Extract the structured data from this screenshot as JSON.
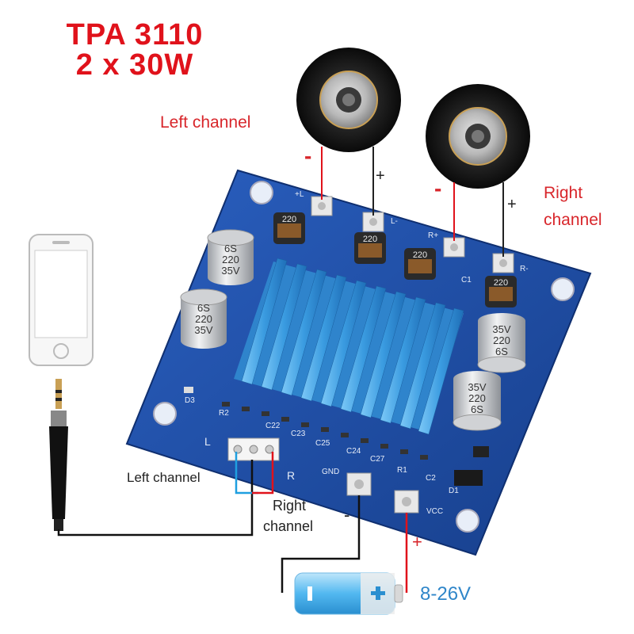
{
  "title": {
    "line1": "TPA 3110",
    "line2": "2 x 30W"
  },
  "speakers": {
    "left_label": "Left channel",
    "right_label_line1": "Right",
    "right_label_line2": "channel",
    "minus": "-",
    "plus": "+"
  },
  "input": {
    "left_label": "Left channel",
    "right_label_line1": "Right",
    "right_label_line2": "channel"
  },
  "power": {
    "minus": "-",
    "plus": "+",
    "voltage": "8-26V"
  },
  "board": {
    "caps": [
      {
        "line1": "6S",
        "line2": "220",
        "line3": "35V"
      },
      {
        "line1": "6S",
        "line2": "220",
        "line3": "35V"
      },
      {
        "line1": "35V",
        "line2": "220",
        "line3": "6S"
      },
      {
        "line1": "35V",
        "line2": "220",
        "line3": "6S"
      }
    ],
    "inductors": [
      "220",
      "220",
      "220",
      "220"
    ],
    "silk": {
      "l_plus": "+L",
      "l_minus": "L-",
      "r_plus": "R+",
      "r_minus": "R-",
      "gnd": "GND",
      "vcc": "VCC",
      "r": "R",
      "l": "L",
      "c1": "C1",
      "d1": "D1",
      "d3": "D3",
      "r1": "R1",
      "r2": "R2",
      "c2": "C2",
      "c22": "C22",
      "c23": "C23",
      "c24": "C24",
      "c25": "C25",
      "c27": "C27"
    }
  },
  "colors": {
    "title": "#e0121b",
    "wire_red": "#e0121b",
    "wire_blue": "#1f9fe0",
    "board": "#1e4fa8",
    "heatsink": "#3a9be0",
    "voltage_text": "#2f86c9"
  }
}
